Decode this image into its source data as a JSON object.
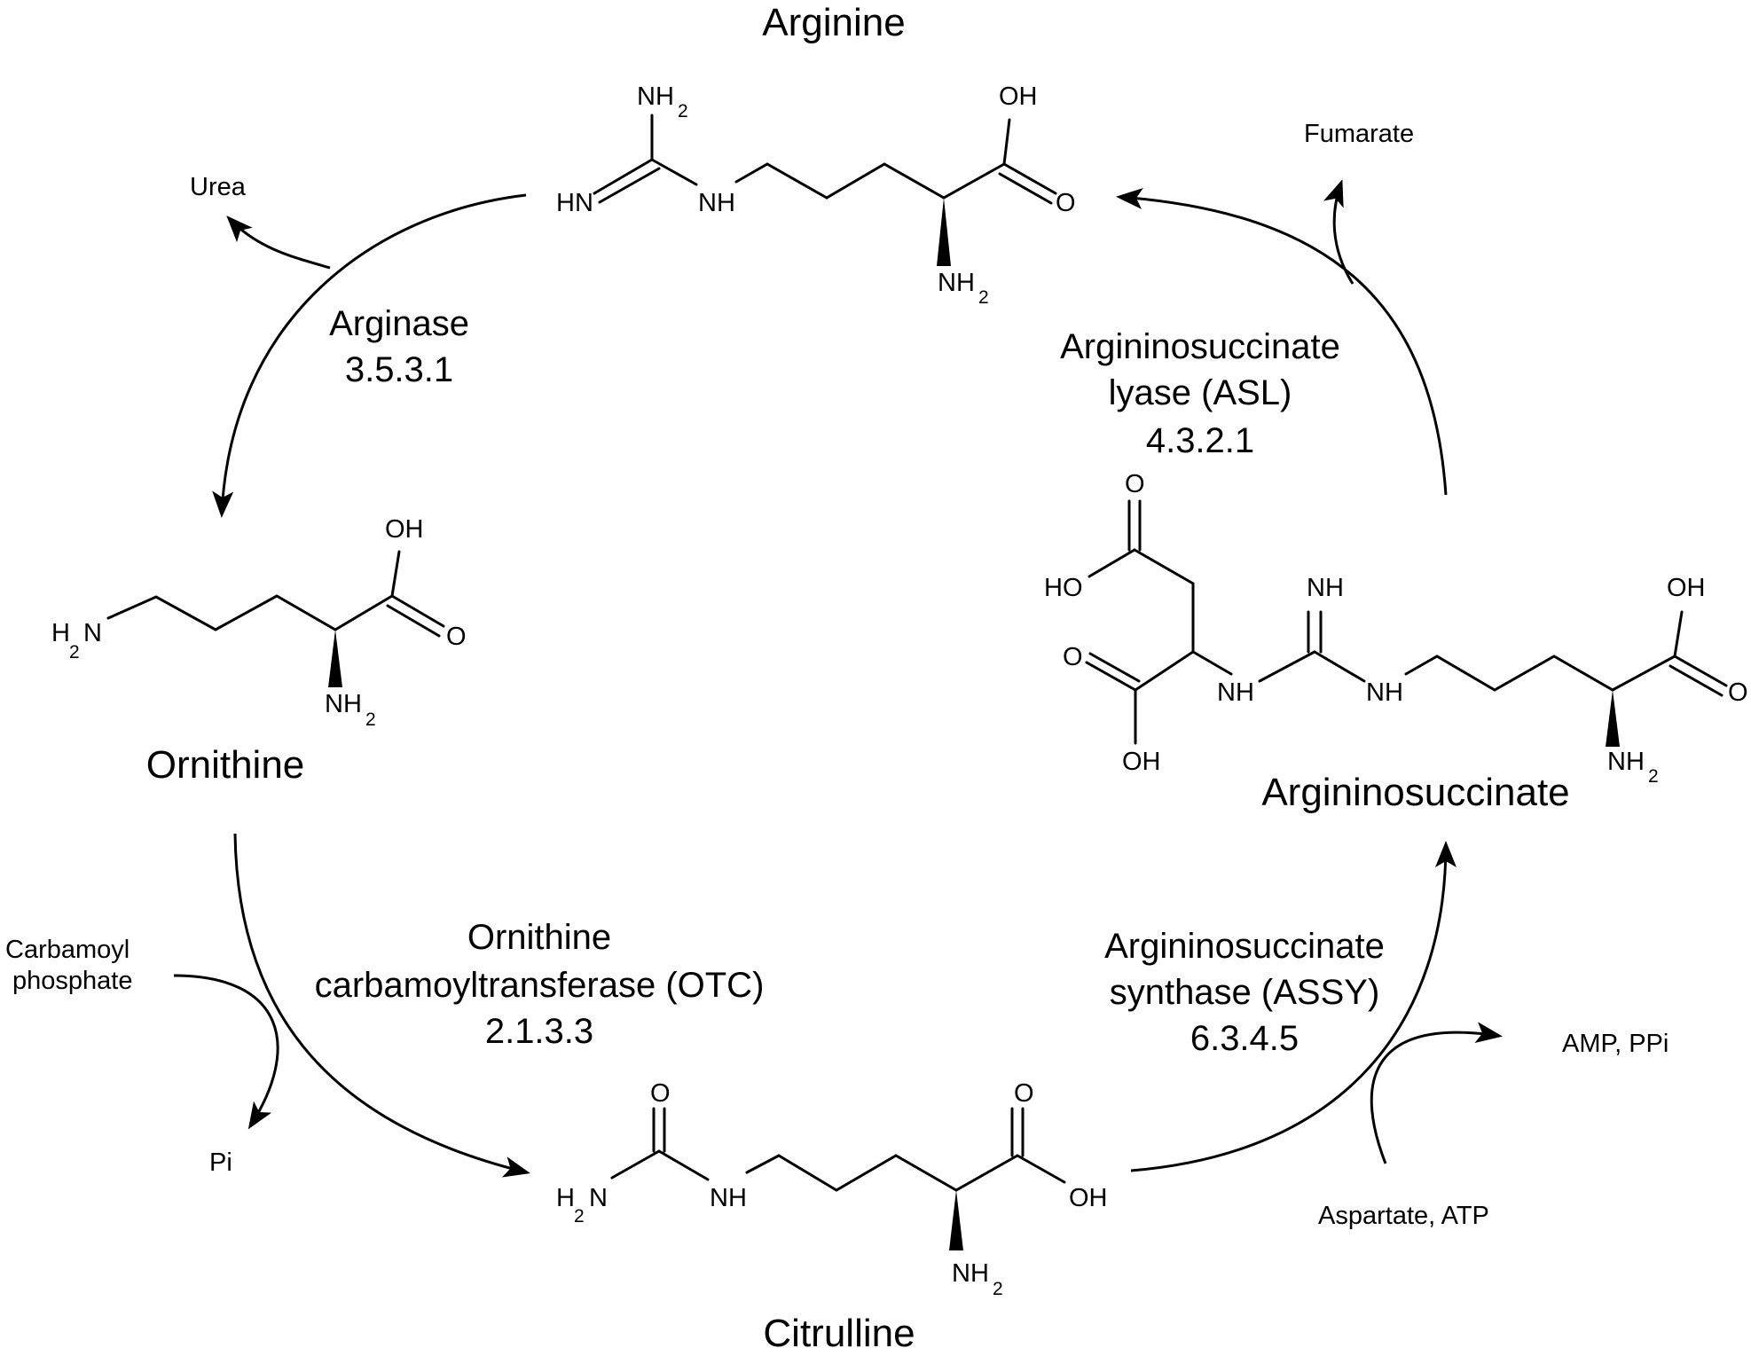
{
  "compounds": {
    "arginine": "Arginine",
    "ornithine": "Ornithine",
    "citrulline": "Citrulline",
    "argininosuccinate": "Argininosuccinate"
  },
  "enzymes": {
    "arginase": {
      "name": "Arginase",
      "ec": "3.5.3.1"
    },
    "otc": {
      "line1": "Ornithine",
      "line2": "carbamoyltransferase (OTC)",
      "ec": "2.1.3.3"
    },
    "assy": {
      "line1": "Argininosuccinate",
      "line2": "synthase (ASSY)",
      "ec": "6.3.4.5"
    },
    "asl": {
      "line1": "Argininosuccinate",
      "line2": "lyase (ASL)",
      "ec": "4.3.2.1"
    }
  },
  "side_molecules": {
    "urea": "Urea",
    "carbamoyl_phosphate_line1": "Carbamoyl",
    "carbamoyl_phosphate_line2": "phosphate",
    "pi": "Pi",
    "aspartate_atp": "Aspartate, ATP",
    "amp_ppi": "AMP, PPi",
    "fumarate": "Fumarate"
  },
  "atoms": {
    "nh": "NH",
    "hn": "HN",
    "nh2_main": "NH",
    "h2n_h": "H",
    "h2n_n": "N",
    "sub2": "2",
    "oh": "OH",
    "ho": "HO",
    "o": "O"
  }
}
